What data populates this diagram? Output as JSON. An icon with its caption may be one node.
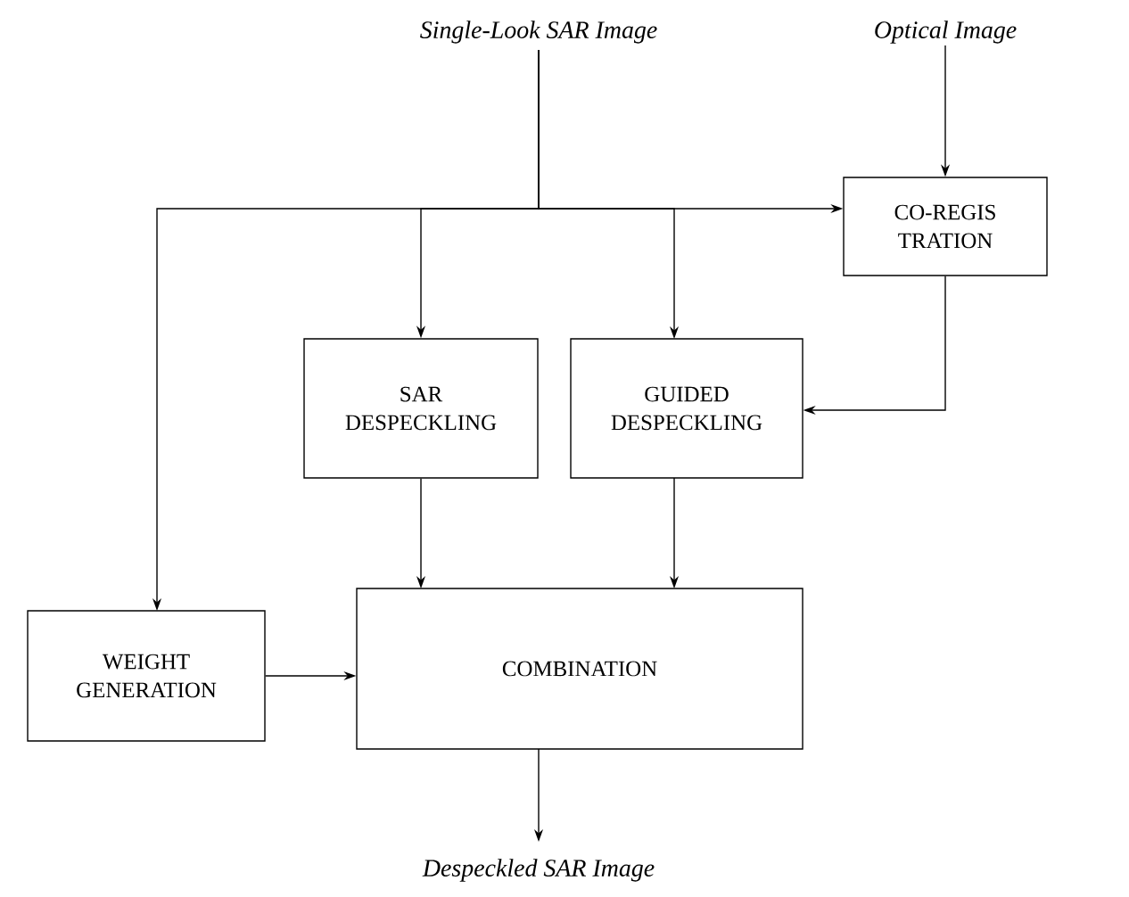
{
  "diagram": {
    "nodes": [
      {
        "text": [
          "Single-Look SAR Image"
        ]
      },
      {
        "text": [
          "Optical Image"
        ]
      },
      {
        "text": [
          "CO-REGIS TRATION"
        ]
      },
      {
        "text": [
          "SAR DESPECKLING"
        ]
      },
      {
        "text": [
          "GUIDED DESPECKLING"
        ]
      },
      {
        "text": [
          "WEIGHT GENERATION"
        ]
      },
      {
        "text": [
          "COMBINATION"
        ]
      },
      {
        "text": [
          "Despeckled SAR Image"
        ]
      }
    ],
    "edges": [
      {
        "from": 0,
        "to": 2,
        "arrow": "to"
      },
      {
        "from": 0,
        "to": 3,
        "arrow": "to"
      },
      {
        "from": 0,
        "to": 4,
        "arrow": "to"
      },
      {
        "from": 0,
        "to": 5,
        "arrow": "to"
      },
      {
        "from": 1,
        "to": 2,
        "arrow": "to"
      },
      {
        "from": 2,
        "to": 4,
        "arrow": "to"
      },
      {
        "from": 3,
        "to": 6,
        "arrow": "to"
      },
      {
        "from": 4,
        "to": 6,
        "arrow": "to"
      },
      {
        "from": 5,
        "to": 6,
        "arrow": "to"
      },
      {
        "from": 6,
        "to": 7,
        "arrow": "to"
      }
    ]
  }
}
